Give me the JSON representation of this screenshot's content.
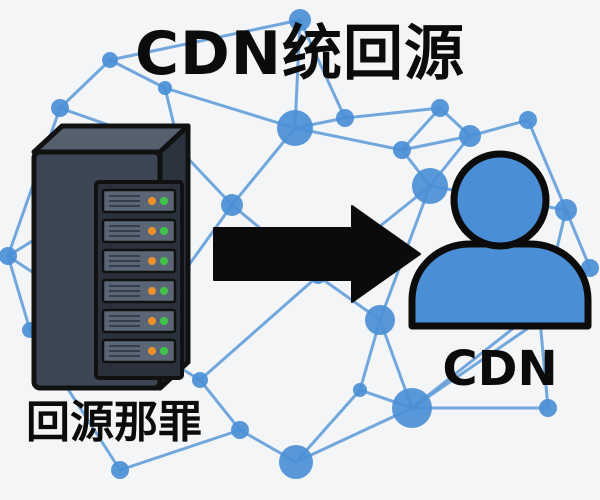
{
  "title": "CDN统回源",
  "origin_label": "回源那罪",
  "cdn_label": "CDN",
  "colors": {
    "background": "#f4f5f6",
    "network_line": "#5b9ad8",
    "network_node": "#4a8fd6",
    "user_fill": "#4a8fd6",
    "server_body": "#3d4655",
    "arrow": "#0b0b0b",
    "led_green": "#43c24a",
    "led_orange": "#f0902b"
  },
  "icons": {
    "server": "server-rack-icon",
    "arrow": "right-arrow-icon",
    "user": "user-icon"
  }
}
